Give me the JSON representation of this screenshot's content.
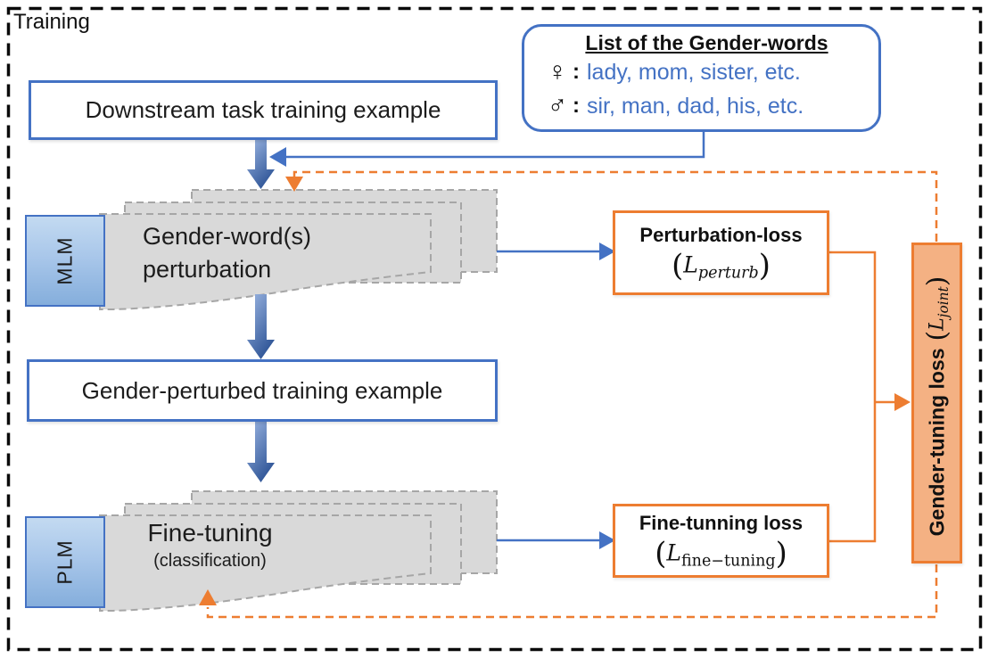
{
  "frame": {
    "label": "Training"
  },
  "colors": {
    "accent_blue": "#4472C4",
    "accent_orange": "#ED7D31",
    "stack_gray_fill": "#D9D9D9",
    "stack_gray_stroke": "#A6A6A6",
    "joint_box_fill": "#F4B183",
    "thick_arrow_dark": "#2F5597",
    "thick_arrow_light": "#9DB7E3",
    "gender_words_text": "#4472C4"
  },
  "boxes": {
    "downstream": {
      "label": "Downstream task training example"
    },
    "gender_words": {
      "title": "List of the Gender-words",
      "colon": ":",
      "items": [
        {
          "symbol": "♀",
          "words": "lady, mom, sister, etc."
        },
        {
          "symbol": "♂",
          "words": "sir, man, dad, his, etc."
        }
      ]
    },
    "mlm": {
      "tab": "MLM",
      "line1": "Gender-word(s)",
      "line2": "perturbation"
    },
    "perturbed": {
      "label": "Gender-perturbed training example"
    },
    "plm": {
      "tab": "PLM",
      "line1": "Fine-tuning",
      "line2": "(classification)"
    },
    "perturbation_loss": {
      "title": "Perturbation-loss",
      "math": {
        "open": "(",
        "L": "L",
        "sub": "perturb",
        "close": ")"
      }
    },
    "fine_tuning_loss": {
      "title": "Fine-tunning loss",
      "math": {
        "open": "(",
        "L": "L",
        "sub": "fine−tuning",
        "close": ")"
      }
    },
    "joint_loss": {
      "title": "Gender-tuning loss",
      "math": {
        "open": "(",
        "L": "L",
        "sub": "joint",
        "close": ")"
      }
    }
  }
}
